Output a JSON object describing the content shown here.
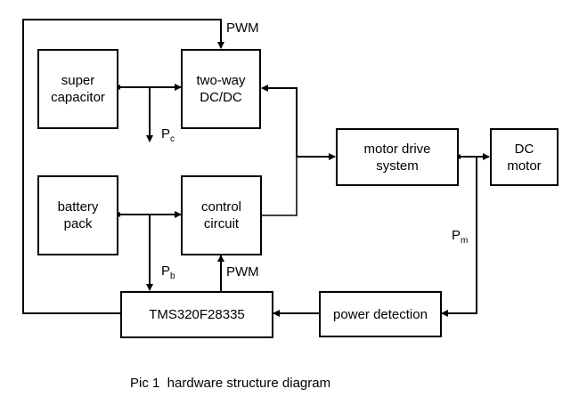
{
  "blocks": {
    "super_capacitor": [
      "super",
      "capacitor"
    ],
    "two_way_dcdc": [
      "two-way",
      "DC/DC"
    ],
    "battery_pack": [
      "battery",
      "pack"
    ],
    "control_circuit": [
      "control",
      "circuit"
    ],
    "motor_drive": [
      "motor drive",
      "system"
    ],
    "dc_motor": [
      "DC",
      "motor"
    ],
    "tms": "TMS320F28335",
    "power_detection": "power detection"
  },
  "labels": {
    "pwm_top": "PWM",
    "pwm_bottom": "PWM",
    "pc_main": "P",
    "pc_sub": "c",
    "pb_main": "P",
    "pb_sub": "b",
    "pm_main": "P",
    "pm_sub": "m"
  },
  "caption": "Pic 1  hardware structure diagram"
}
